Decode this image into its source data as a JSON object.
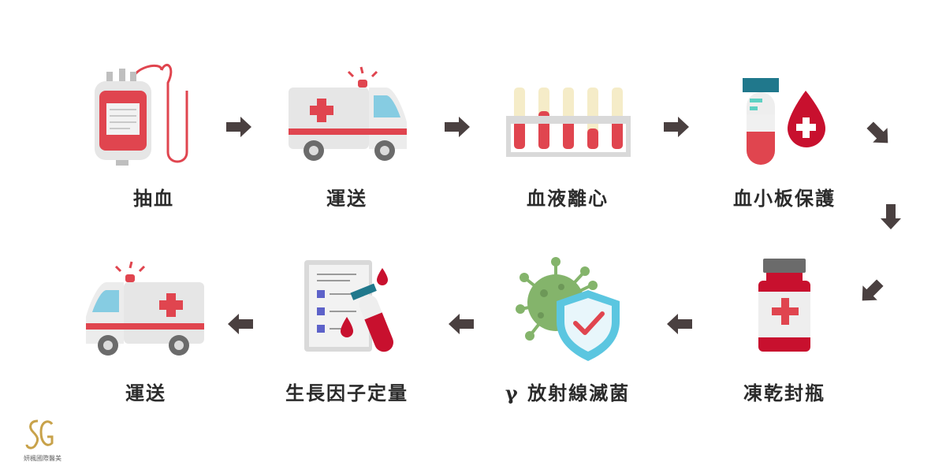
{
  "steps": [
    {
      "label": "抽血",
      "icon": "blood-bag-icon"
    },
    {
      "label": "運送",
      "icon": "ambulance-icon"
    },
    {
      "label": "血液離心",
      "icon": "test-tubes-rack-icon"
    },
    {
      "label": "血小板保護",
      "icon": "test-tube-blood-drop-icon"
    },
    {
      "label": "凍乾封瓶",
      "icon": "medicine-vial-icon"
    },
    {
      "label": "γ 放射線滅菌",
      "icon": "virus-shield-icon"
    },
    {
      "label": "生長因子定量",
      "icon": "clipboard-test-tube-icon"
    },
    {
      "label": "運送",
      "icon": "ambulance-icon"
    }
  ],
  "logo": {
    "mark": "SG",
    "caption": "妍楓國際醫美"
  },
  "colors": {
    "red": "#e0454f",
    "dark_red": "#c8102e",
    "arrow": "#4a4040",
    "gray": "#d9d9d9",
    "text": "#2b2b2b",
    "logo_gold": "#c8a24a"
  }
}
